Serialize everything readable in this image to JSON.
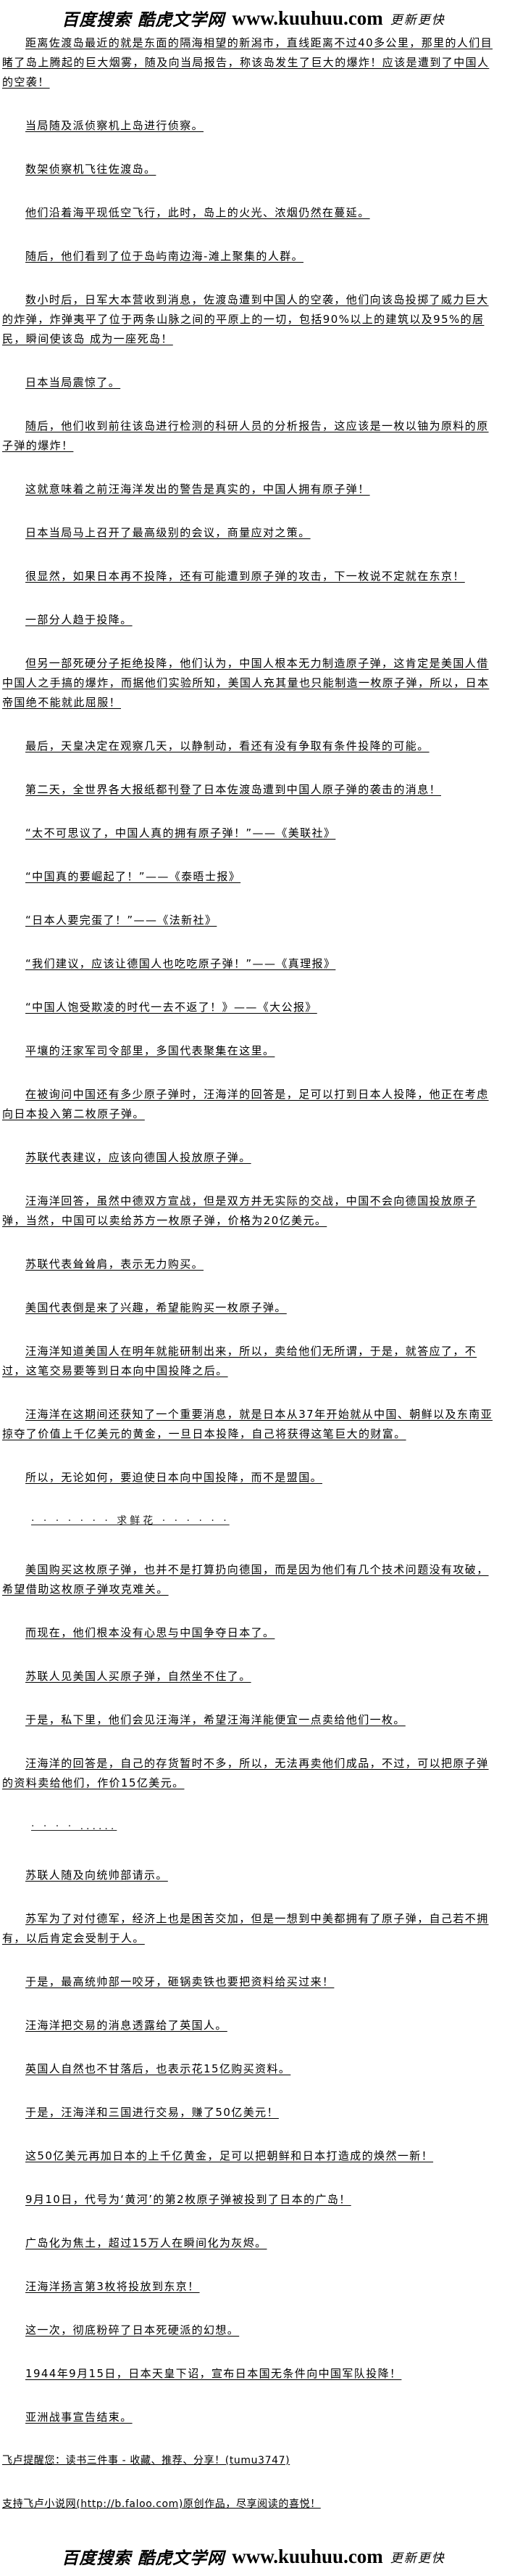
{
  "banner": {
    "site_cn": "百度搜索 酷虎文学网",
    "url": "www.kuuhuu.com",
    "tagline": "更新更快"
  },
  "paragraphs": [
    "距离佐渡岛最近的就是东面的隔海相望的新潟市，直线距离不过40多公里，那里的人们目睹了岛上腾起的巨大烟雾，随及向当局报告，称该岛发生了巨大的爆炸！应该是遭到了中国人的空袭！",
    "当局随及派侦察机上岛进行侦察。",
    "数架侦察机飞往佐渡岛。",
    "他们沿着海平现低空飞行，此时，岛上的火光、浓烟仍然在蔓延。",
    "随后，他们看到了位于岛屿南边海-滩上聚集的人群。",
    "数小时后，日军大本营收到消息，佐渡岛遭到中国人的空袭，他们向该岛投掷了威力巨大的炸弹，炸弹夷平了位于两条山脉之间的平原上的一切，包括90%以上的建筑以及95%的居民，瞬间使该岛 成为一座死岛！",
    "日本当局震惊了。",
    "随后，他们收到前往该岛进行检测的科研人员的分析报告，这应该是一枚以铀为原料的原子弹的爆炸！",
    "这就意味着之前汪海洋发出的警告是真实的，中国人拥有原子弹！",
    "日本当局马上召开了最高级别的会议，商量应对之策。",
    "很显然，如果日本再不投降，还有可能遭到原子弹的攻击，下一枚说不定就在东京！",
    "一部分人趋于投降。",
    "但另一部死硬分子拒绝投降，他们认为，中国人根本无力制造原子弹，这肯定是美国人借中国人之手搞的爆炸，而据他们实验所知，美国人充其量也只能制造一枚原子弹，所以，日本帝国绝不能就此屈服！",
    "最后，天皇决定在观察几天，以静制动，看还有没有争取有条件投降的可能。",
    "第二天，全世界各大报纸都刊登了日本佐渡岛遭到中国人原子弹的袭击的消息！",
    "“太不可思议了，中国人真的拥有原子弹！”——《美联社》",
    "“中国真的要崛起了！”——《泰晤士报》",
    "“日本人要完蛋了！”——《法新社》",
    "“我们建议，应该让德国人也吃吃原子弹！”——《真理报》",
    "“中国人饱受欺凌的时代一去不返了！》——《大公报》",
    "平壤的汪家军司令部里，多国代表聚集在这里。",
    "在被询问中国还有多少原子弹时，汪海洋的回答是，足可以打到日本人投降，他正在考虑向日本投入第二枚原子弹。",
    "苏联代表建议，应该向德国人投放原子弹。",
    "汪海洋回答，虽然中德双方宣战，但是双方并无实际的交战，中国不会向德国投放原子弹，当然，中国可以卖给苏方一枚原子弹，价格为20亿美元。",
    "苏联代表耸耸肩，表示无力购买。",
    "美国代表倒是来了兴趣，希望能购买一枚原子弹。",
    "汪海洋知道美国人在明年就能研制出来，所以，卖给他们无所谓，于是，就答应了，不过，这笔交易要等到日本向中国投降之后。",
    "汪海洋在这期间还获知了一个重要消息，就是日本从37年开始就从中国、朝鲜以及东南亚掠夺了价值上千亿美元的黄金，一旦日本投降，自己将获得这笔巨大的财富。",
    "所以，无论如何，要迫使日本向中国投降，而不是盟国。"
  ],
  "separator_1": "· · · · · · · 求鲜花 · · · · · ·",
  "paragraphs_2": [
    "美国购买这枚原子弹，也并不是打算扔向德国，而是因为他们有几个技术问题没有攻破，希望借助这枚原子弹攻克难关。",
    "而现在，他们根本没有心思与中国争夺日本了。",
    "苏联人见美国人买原子弹，自然坐不住了。",
    "于是，私下里，他们会见汪海洋，希望汪海洋能便宜一点卖给他们一枚。",
    "汪海洋的回答是，自己的存货暂时不多，所以，无法再卖他们成品，不过，可以把原子弹的资料卖给他们，作价15亿美元。"
  ],
  "separator_2": "· · · · ......",
  "paragraphs_3": [
    "苏联人随及向统帅部请示。",
    "苏军为了对付德军，经济上也是困苦交加，但是一想到中美都拥有了原子弹，自己若不拥有，以后肯定会受制于人。",
    "于是，最高统帅部一咬牙，砸锅卖铁也要把资料给买过来！",
    "汪海洋把交易的消息透露给了英国人。",
    "英国人自然也不甘落后，也表示花15亿购买资料。",
    "于是，汪海洋和三国进行交易，赚了50亿美元！",
    "这50亿美元再加日本的上千亿黄金，足可以把朝鲜和日本打造成的焕然一新！",
    "9月10日，代号为‘黄河’的第2枚原子弹被投到了日本的广岛！",
    "广岛化为焦土，超过15万人在瞬间化为灰烬。",
    "汪海洋扬言第3枚将投放到东京！",
    "这一次，彻底粉碎了日本死硬派的幻想。",
    "1944年9月15日，日本天皇下诏，宣布日本国无条件向中国军队投降！",
    "亚洲战事宣告结束。"
  ],
  "footer": {
    "reminder": "飞卢提醒您：读书三件事 - 收藏、推荐、分享！(tumu3747)",
    "support": "支持飞卢小说网(http://b.faloo.com)原创作品，尽享阅读的喜悦！"
  }
}
